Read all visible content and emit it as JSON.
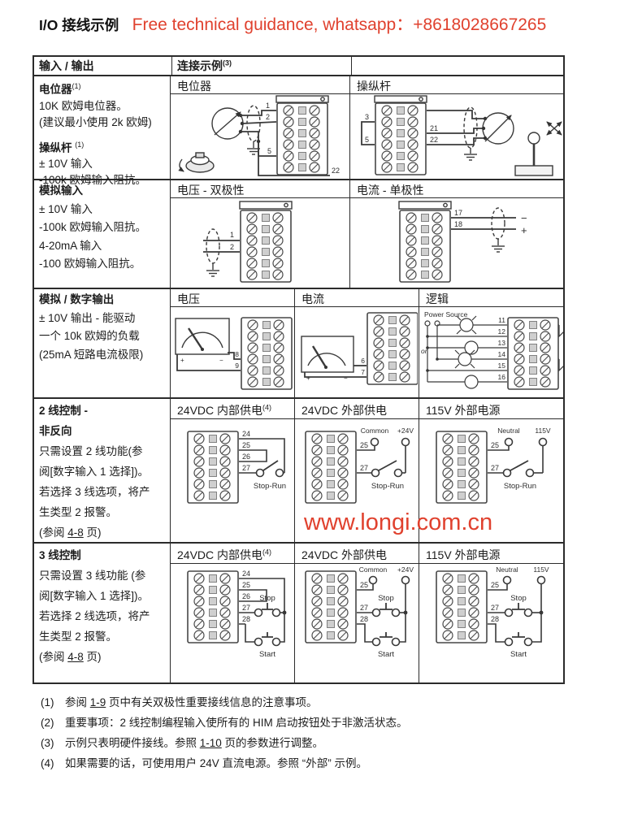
{
  "page": {
    "title": "I/O 接线示例",
    "red_banner": "Free technical guidance, whatsapp：+8618028667265",
    "red_watermark": "www.longi.com.cn",
    "accent_red": "#e0412e"
  },
  "table": {
    "head": {
      "col_io": "输入 / 输出",
      "col_example": "连接示例",
      "col_example_sup": "(3)"
    },
    "row_pot": {
      "left": {
        "t1": "电位器",
        "t1_sup": "(1)",
        "l1": "10K 欧姆电位器。",
        "l2": "(建议最小使用 2k 欧姆)",
        "t2": "操纵杆",
        "t2_sup": "(1)",
        "l3": "± 10V 输入",
        "l4": "-100k 欧姆输入阻抗。"
      },
      "c1": {
        "header": "电位器",
        "t_1": "1",
        "t_2": "2",
        "t_5": "5",
        "t_22": "22"
      },
      "c2": {
        "header": "操纵杆",
        "t_3": "3",
        "t_5": "5",
        "t_21": "21",
        "t_22": "22"
      }
    },
    "row_ain": {
      "left": {
        "t1": "模拟输入",
        "l1": "± 10V 输入",
        "l2": "-100k 欧姆输入阻抗。",
        "l3": "4-20mA 输入",
        "l4": "-100 欧姆输入阻抗。"
      },
      "c1": {
        "header": "电压 - 双极性",
        "t_1": "1",
        "t_2": "2"
      },
      "c2": {
        "header": "电流 - 单极性",
        "t_17": "17",
        "t_18": "18",
        "minus": "−",
        "plus": "+"
      }
    },
    "row_aout": {
      "left": {
        "t1": "模拟 / 数字输出",
        "l1": "± 10V 输出 - 能驱动",
        "l2": "一个 10k 欧姆的负载",
        "l3": "(25mA 短路电流极限)"
      },
      "c1": {
        "header": "电压",
        "t_8": "8",
        "t_9": "9",
        "plus": "+",
        "minus": "−"
      },
      "c2": {
        "header": "电流",
        "t_6": "6",
        "t_7": "7",
        "plus": "+",
        "minus": "−"
      },
      "c3": {
        "header": "逻辑",
        "power_source": "Power Source",
        "or_label": "or",
        "t_11": "11",
        "t_12": "12",
        "t_13": "13",
        "t_14": "14",
        "t_15": "15",
        "t_16": "16"
      }
    },
    "row_2wire": {
      "left": {
        "t1": "2 线控制 -",
        "t2": "非反向",
        "l1": "只需设置 2 线功能(参",
        "l2": "阅[数字输入 1 选择])。",
        "l3": "若选择 3 线选项，将产",
        "l4": "生类型 2 报警。",
        "l5_pre": "(参阅 ",
        "l5_link": "4-8",
        "l5_post": " 页)"
      },
      "c1": {
        "header": "24VDC 内部供电",
        "header_sup": "(4)",
        "t_24": "24",
        "t_25": "25",
        "t_26": "26",
        "t_27": "27",
        "switch_label": "Stop-Run"
      },
      "c2": {
        "header": "24VDC 外部供电",
        "t_25": "25",
        "t_27": "27",
        "common": "Common",
        "v24": "+24V",
        "switch_label": "Stop-Run"
      },
      "c3": {
        "header": "115V 外部电源",
        "t_25": "25",
        "t_27": "27",
        "neutral": "Neutral",
        "v115": "115V",
        "switch_label": "Stop-Run"
      }
    },
    "row_3wire": {
      "left": {
        "t1": "3 线控制",
        "l1": "只需设置 3 线功能 (参",
        "l2": "阅[数字输入 1 选择])。",
        "l3": "若选择 2 线选项，将产",
        "l4": "生类型 2 报警。",
        "l5_pre": "(参阅 ",
        "l5_link": "4-8",
        "l5_post": " 页)"
      },
      "c1": {
        "header": "24VDC 内部供电",
        "header_sup": "(4)",
        "t_24": "24",
        "t_25": "25",
        "t_26": "26",
        "t_27": "27",
        "t_28": "28",
        "stop": "Stop",
        "start": "Start"
      },
      "c2": {
        "header": "24VDC 外部供电",
        "t_25": "25",
        "t_27": "27",
        "t_28": "28",
        "common": "Common",
        "v24": "+24V",
        "stop": "Stop",
        "start": "Start"
      },
      "c3": {
        "header": "115V 外部电源",
        "t_25": "25",
        "t_27": "27",
        "t_28": "28",
        "neutral": "Neutral",
        "v115": "115V",
        "stop": "Stop",
        "start": "Start"
      }
    }
  },
  "footnotes": [
    {
      "num": "(1)",
      "pre": "参阅 ",
      "link": "1-9",
      "post": " 页中有关双极性重要接线信息的注意事项。"
    },
    {
      "num": "(2)",
      "pre": "重要事项：2 线控制编程输入使所有的 HIM 启动按钮处于非激活状态。",
      "link": "",
      "post": ""
    },
    {
      "num": "(3)",
      "pre": "示例只表明硬件接线。参照 ",
      "link": "1-10",
      "post": " 页的参数进行调整。"
    },
    {
      "num": "(4)",
      "pre": "如果需要的话，可使用用户 24V 直流电源。参照 “外部” 示例。",
      "link": "",
      "post": ""
    }
  ]
}
